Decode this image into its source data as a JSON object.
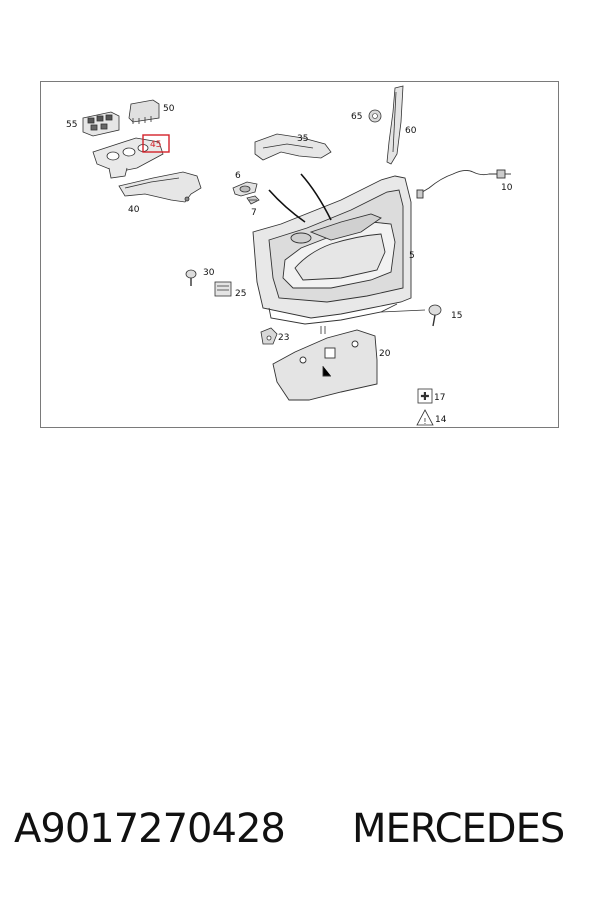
{
  "diagram": {
    "callouts": [
      {
        "id": "55",
        "text": "55"
      },
      {
        "id": "50",
        "text": "50"
      },
      {
        "id": "45",
        "text": "45",
        "highlighted": true
      },
      {
        "id": "40",
        "text": "40"
      },
      {
        "id": "35",
        "text": "35"
      },
      {
        "id": "6",
        "text": "6"
      },
      {
        "id": "7",
        "text": "7"
      },
      {
        "id": "65",
        "text": "65"
      },
      {
        "id": "60",
        "text": "60"
      },
      {
        "id": "10",
        "text": "10"
      },
      {
        "id": "5",
        "text": "5"
      },
      {
        "id": "30",
        "text": "30"
      },
      {
        "id": "25",
        "text": "25"
      },
      {
        "id": "15",
        "text": "15"
      },
      {
        "id": "23",
        "text": "23"
      },
      {
        "id": "20",
        "text": "20"
      },
      {
        "id": "17",
        "text": "17"
      },
      {
        "id": "14",
        "text": "14"
      }
    ],
    "highlight_color": "#d4222a"
  },
  "footer": {
    "part_number": "A9017270428",
    "brand": "MERCEDES"
  }
}
